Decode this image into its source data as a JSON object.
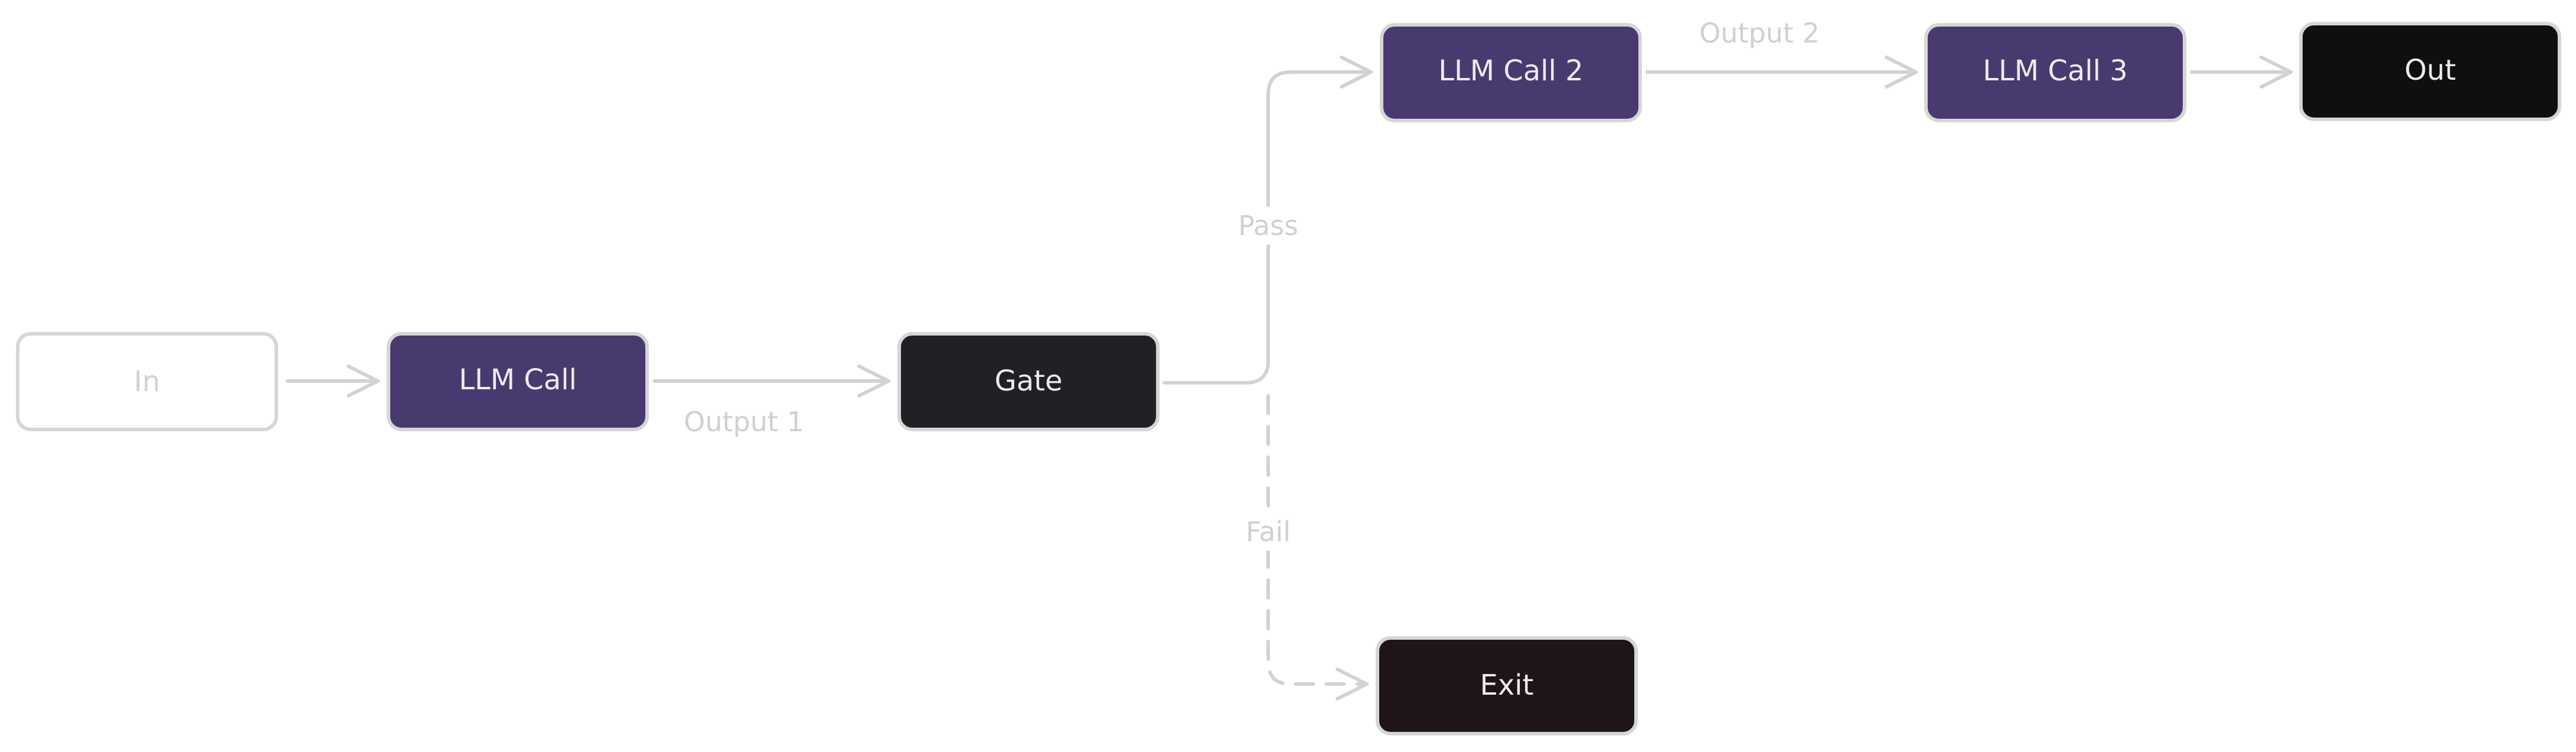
{
  "colors": {
    "llm": "#483a6f",
    "gate": "#202124",
    "out": "#0f0f0f",
    "exit": "#1f1516",
    "in_fill": "#ffffff",
    "border": "#d6d6d6",
    "edge": "#d2d2d2",
    "label_dark": "#ececec",
    "label_light": "#d2d2d2"
  },
  "nodes": {
    "in": {
      "label": "In"
    },
    "llm_call": {
      "label": "LLM Call"
    },
    "gate": {
      "label": "Gate"
    },
    "llm_call_2": {
      "label": "LLM Call 2"
    },
    "llm_call_3": {
      "label": "LLM Call 3"
    },
    "out": {
      "label": "Out"
    },
    "exit": {
      "label": "Exit"
    }
  },
  "edges": {
    "output_1": "Output 1",
    "pass": "Pass",
    "output_2": "Output 2",
    "fail": "Fail"
  }
}
